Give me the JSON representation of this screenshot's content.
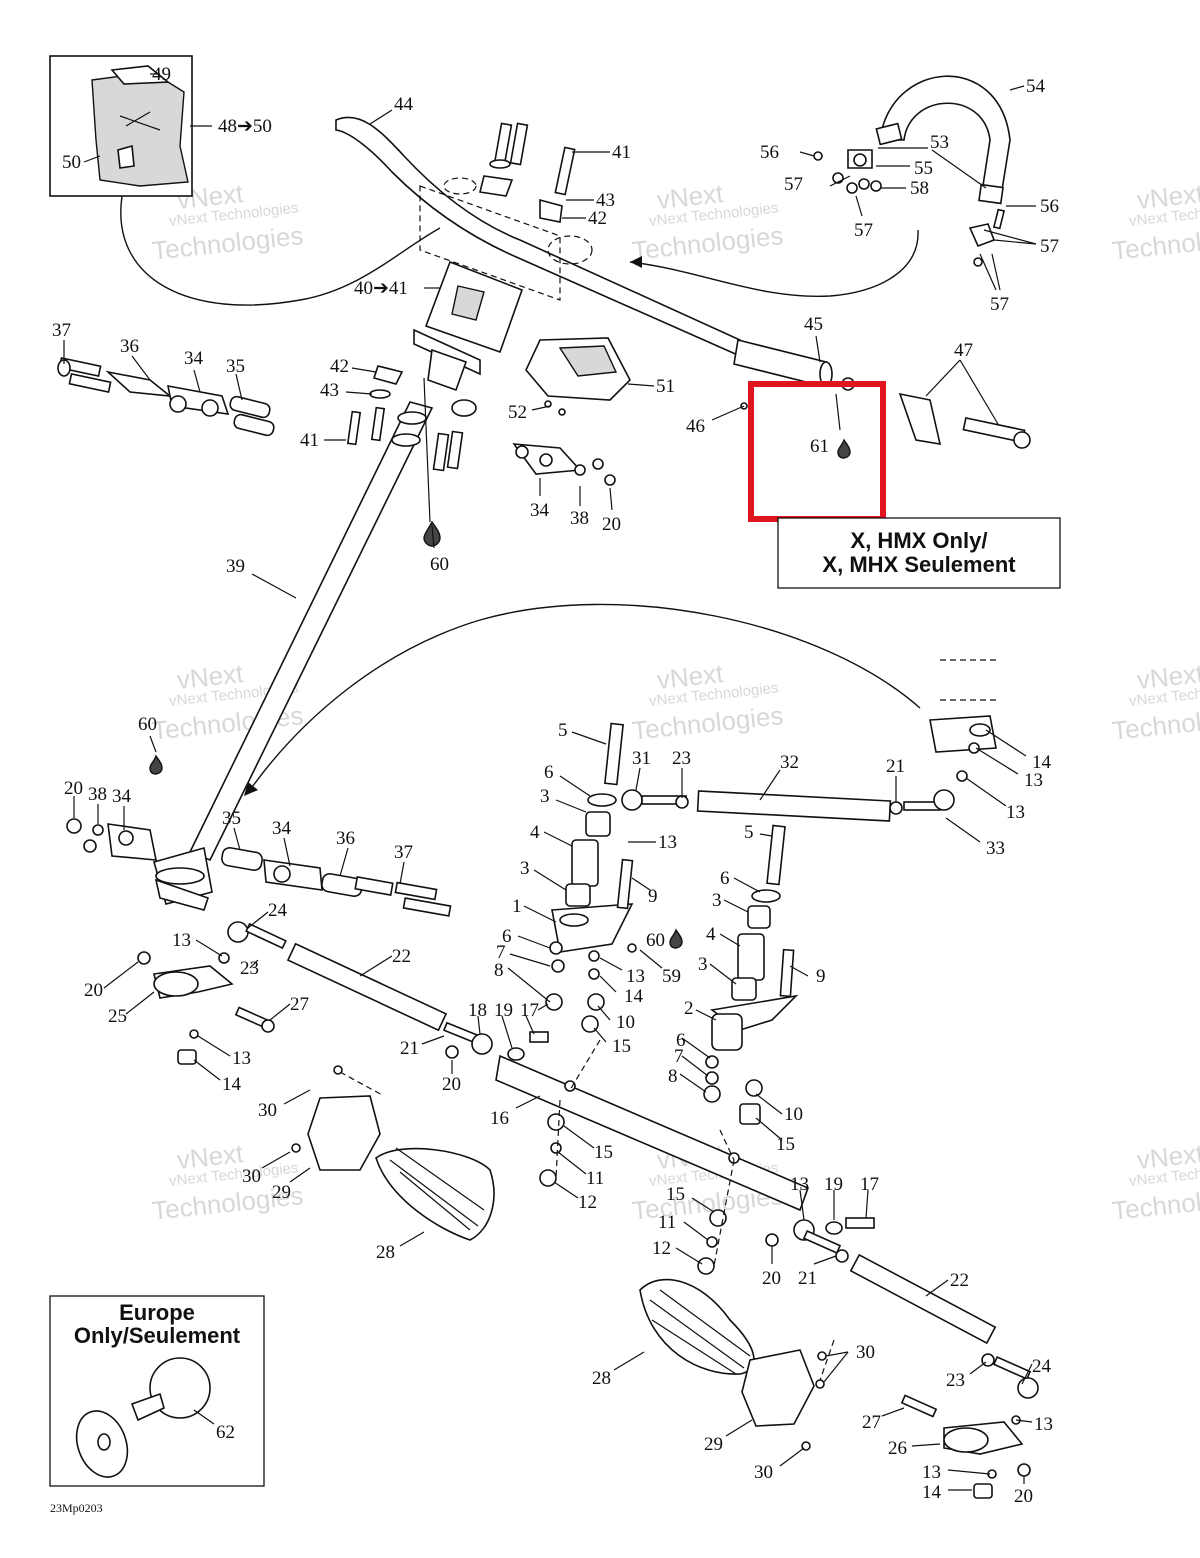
{
  "drawing_ref": "23Mp0203",
  "notes": {
    "hmx_line1": "X, HMX Only/",
    "hmx_line2": "X, MHX Seulement",
    "europe_line1": "Europe",
    "europe_line2": "Only/Seulement"
  },
  "watermark": {
    "line1": "vNext Technologies",
    "line2": "vNext",
    "line3": "Technologies"
  },
  "highlight": {
    "color": "#e0141e",
    "target_part": "61"
  },
  "callouts": {
    "c49": "49",
    "c4850": "48➔50",
    "c50": "50",
    "c44": "44",
    "c41a": "41",
    "c43a": "43",
    "c42a": "42",
    "c4041": "40➔41",
    "c37a": "37",
    "c36a": "36",
    "c34a": "34",
    "c35a": "35",
    "c42b": "42",
    "c43b": "43",
    "c41b": "41",
    "c60a": "60",
    "c39": "39",
    "c51": "51",
    "c52": "52",
    "c34b": "34",
    "c38a": "38",
    "c20a": "20",
    "c54": "54",
    "c56a": "56",
    "c53": "53",
    "c55": "55",
    "c57a": "57",
    "c58": "58",
    "c57b": "57",
    "c56b": "56",
    "c57c": "57",
    "c57d": "57",
    "c45": "45",
    "c47": "47",
    "c46": "46",
    "c61": "61",
    "c60b": "60",
    "c20b": "20",
    "c38b": "38",
    "c34c": "34",
    "c35b": "35",
    "c34d": "34",
    "c36b": "36",
    "c37b": "37",
    "c5a": "5",
    "c31": "31",
    "c23a": "23",
    "c32": "32",
    "c21a": "21",
    "c14a": "14",
    "c13a": "13",
    "c13b": "13",
    "c33": "33",
    "c6a": "6",
    "c3a": "3",
    "c13c": "13",
    "c4a": "4",
    "c9a": "9",
    "c3b": "3",
    "c5b": "5",
    "c6b": "6",
    "c3c": "3",
    "c1": "1",
    "c6c": "6",
    "c7a": "7",
    "c8a": "8",
    "c4b": "4",
    "c60c": "60",
    "c3d": "3",
    "c13d": "13",
    "c59": "59",
    "c14b": "14",
    "c9b": "9",
    "c17a": "17",
    "c10a": "10",
    "c15a": "15",
    "c2": "2",
    "c6d": "6",
    "c7b": "7",
    "c8b": "8",
    "c10b": "10",
    "c15b": "15",
    "c24a": "24",
    "c13e": "13",
    "c23b": "23",
    "c22a": "22",
    "c20c": "20",
    "c25": "25",
    "c27a": "27",
    "c13f": "13",
    "c14c": "14",
    "c18": "18",
    "c19a": "19",
    "c21b": "21",
    "c20d": "20",
    "c16": "16",
    "c30a": "30",
    "c30b": "30",
    "c29a": "29",
    "c28a": "28",
    "c15c": "15",
    "c11a": "11",
    "c12a": "12",
    "c15d": "15",
    "c11b": "11",
    "c12b": "12",
    "c13g": "13",
    "c19b": "19",
    "c17b": "17",
    "c20e": "20",
    "c21c": "21",
    "c22b": "22",
    "c28b": "28",
    "c30c": "30",
    "c29b": "29",
    "c30d": "30",
    "c23c": "23",
    "c24b": "24",
    "c27b": "27",
    "c13h": "13",
    "c26": "26",
    "c13i": "13",
    "c14d": "14",
    "c20f": "20",
    "c62": "62"
  }
}
